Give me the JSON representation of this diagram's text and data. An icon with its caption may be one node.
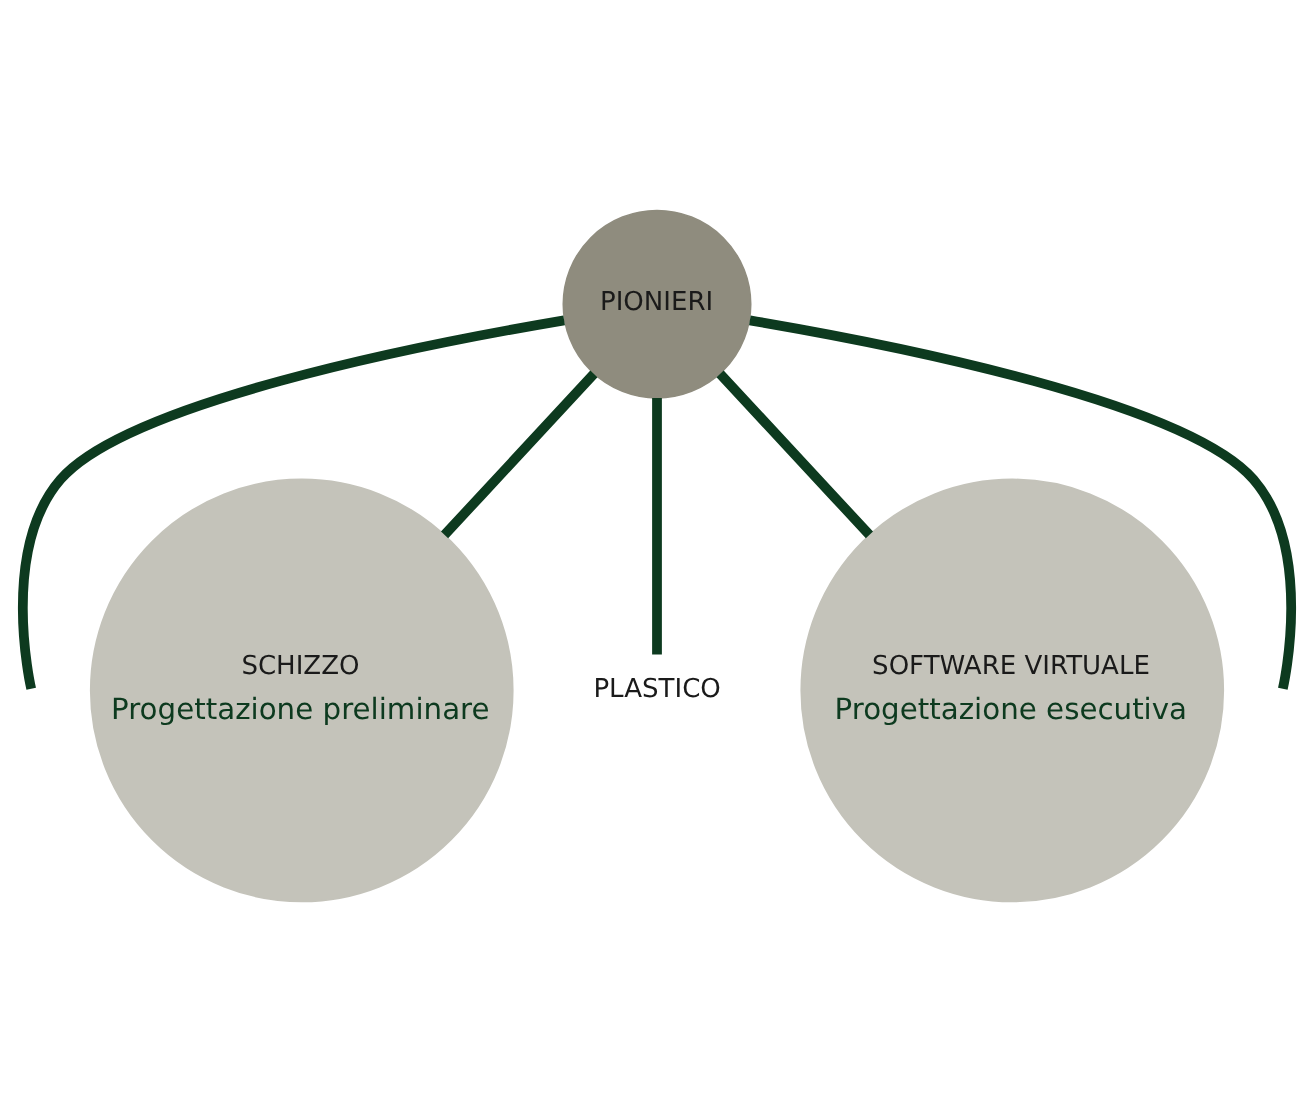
{
  "diagram": {
    "nodes": [
      {
        "text": [
          "PIONIERI"
        ]
      },
      {
        "text": [
          "SCHIZZO",
          "Progettazione preliminare"
        ]
      },
      {
        "text": [
          "PLASTICO"
        ]
      },
      {
        "text": [
          "SOFTWARE VIRTUALE",
          "Progettazione esecutiva"
        ]
      }
    ],
    "edges": [
      {
        "from": 0,
        "to": null,
        "arrow": "none"
      },
      {
        "from": 0,
        "to": 1,
        "arrow": "none"
      },
      {
        "from": 0,
        "to": 2,
        "arrow": "none"
      },
      {
        "from": 0,
        "to": 3,
        "arrow": "none"
      },
      {
        "from": 0,
        "to": null,
        "arrow": "none"
      }
    ]
  }
}
